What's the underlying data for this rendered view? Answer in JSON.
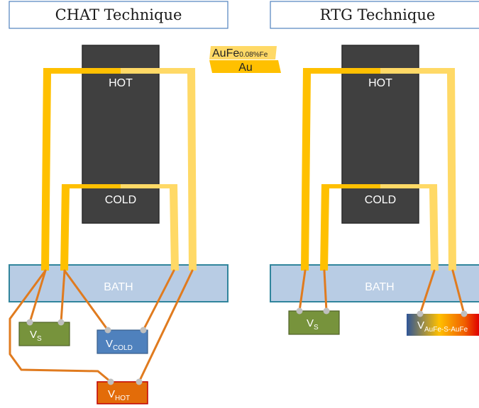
{
  "titles": {
    "left": "CHAT Technique",
    "right": "RTG Technique"
  },
  "blocks": {
    "hot": "HOT",
    "cold": "COLD",
    "bath": "BATH"
  },
  "legend": {
    "aufe_main": "AuFe",
    "aufe_sub": "0.08%Fe",
    "au": "Au"
  },
  "meters": {
    "vs_left": {
      "main": "V",
      "sub": "S"
    },
    "vcold": {
      "main": "V",
      "sub": "COLD"
    },
    "vhot": {
      "main": "V",
      "sub": "HOT"
    },
    "vs_right": {
      "main": "V",
      "sub": "S"
    },
    "vaufe": {
      "main": "V",
      "sub": "AuFe-S-AuFe"
    }
  },
  "colors": {
    "au_wire": "#FFC000",
    "aufe_wire": "#FFD966",
    "copper_wire": "#E07B1F",
    "block": "#404040",
    "bath_fill": "#B8CCE4",
    "bath_border": "#31859C",
    "vs_meter": "#77933C",
    "vcold_meter": "#4F81BD",
    "vhot_meter": "#E36C09",
    "terminal": "#BFBFBF"
  }
}
